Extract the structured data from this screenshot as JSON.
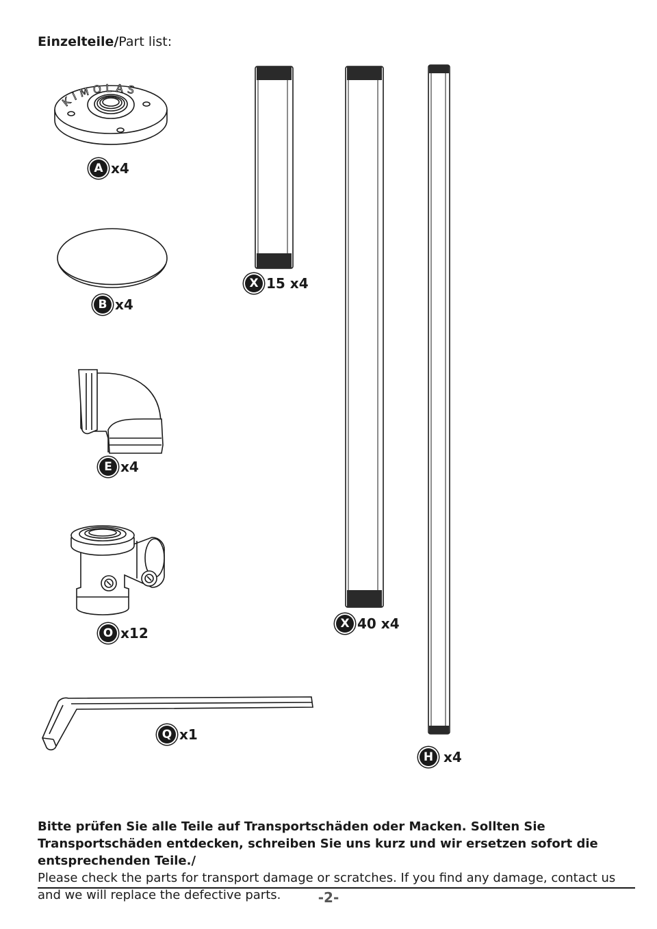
{
  "title": {
    "bold": "Einzelteile/",
    "normal": "Part list:"
  },
  "parts": [
    {
      "letter": "A",
      "qty": "x4"
    },
    {
      "letter": "B",
      "qty": "x4"
    },
    {
      "letter": "E",
      "qty": "x4"
    },
    {
      "letter": "O",
      "qty": "x12"
    },
    {
      "letter": "Q",
      "qty": "x1"
    },
    {
      "letter": "X",
      "qty": "15 x4"
    },
    {
      "letter": "X",
      "qty": "40 x4"
    },
    {
      "letter": "H",
      "qty": "x4"
    }
  ],
  "flange_brand": "KIMOLAS",
  "footer": {
    "german": "Bitte prüfen Sie alle Teile auf Transportschäden oder Macken. Sollten Sie Transportschäden entdecken, schreiben Sie uns kurz und wir ersetzen sofort die entsprechenden Teile./",
    "english": "Please check the parts for transport damage or scratches. If you find any damage, contact us and we will replace the defective parts."
  },
  "page_number": "-2-"
}
